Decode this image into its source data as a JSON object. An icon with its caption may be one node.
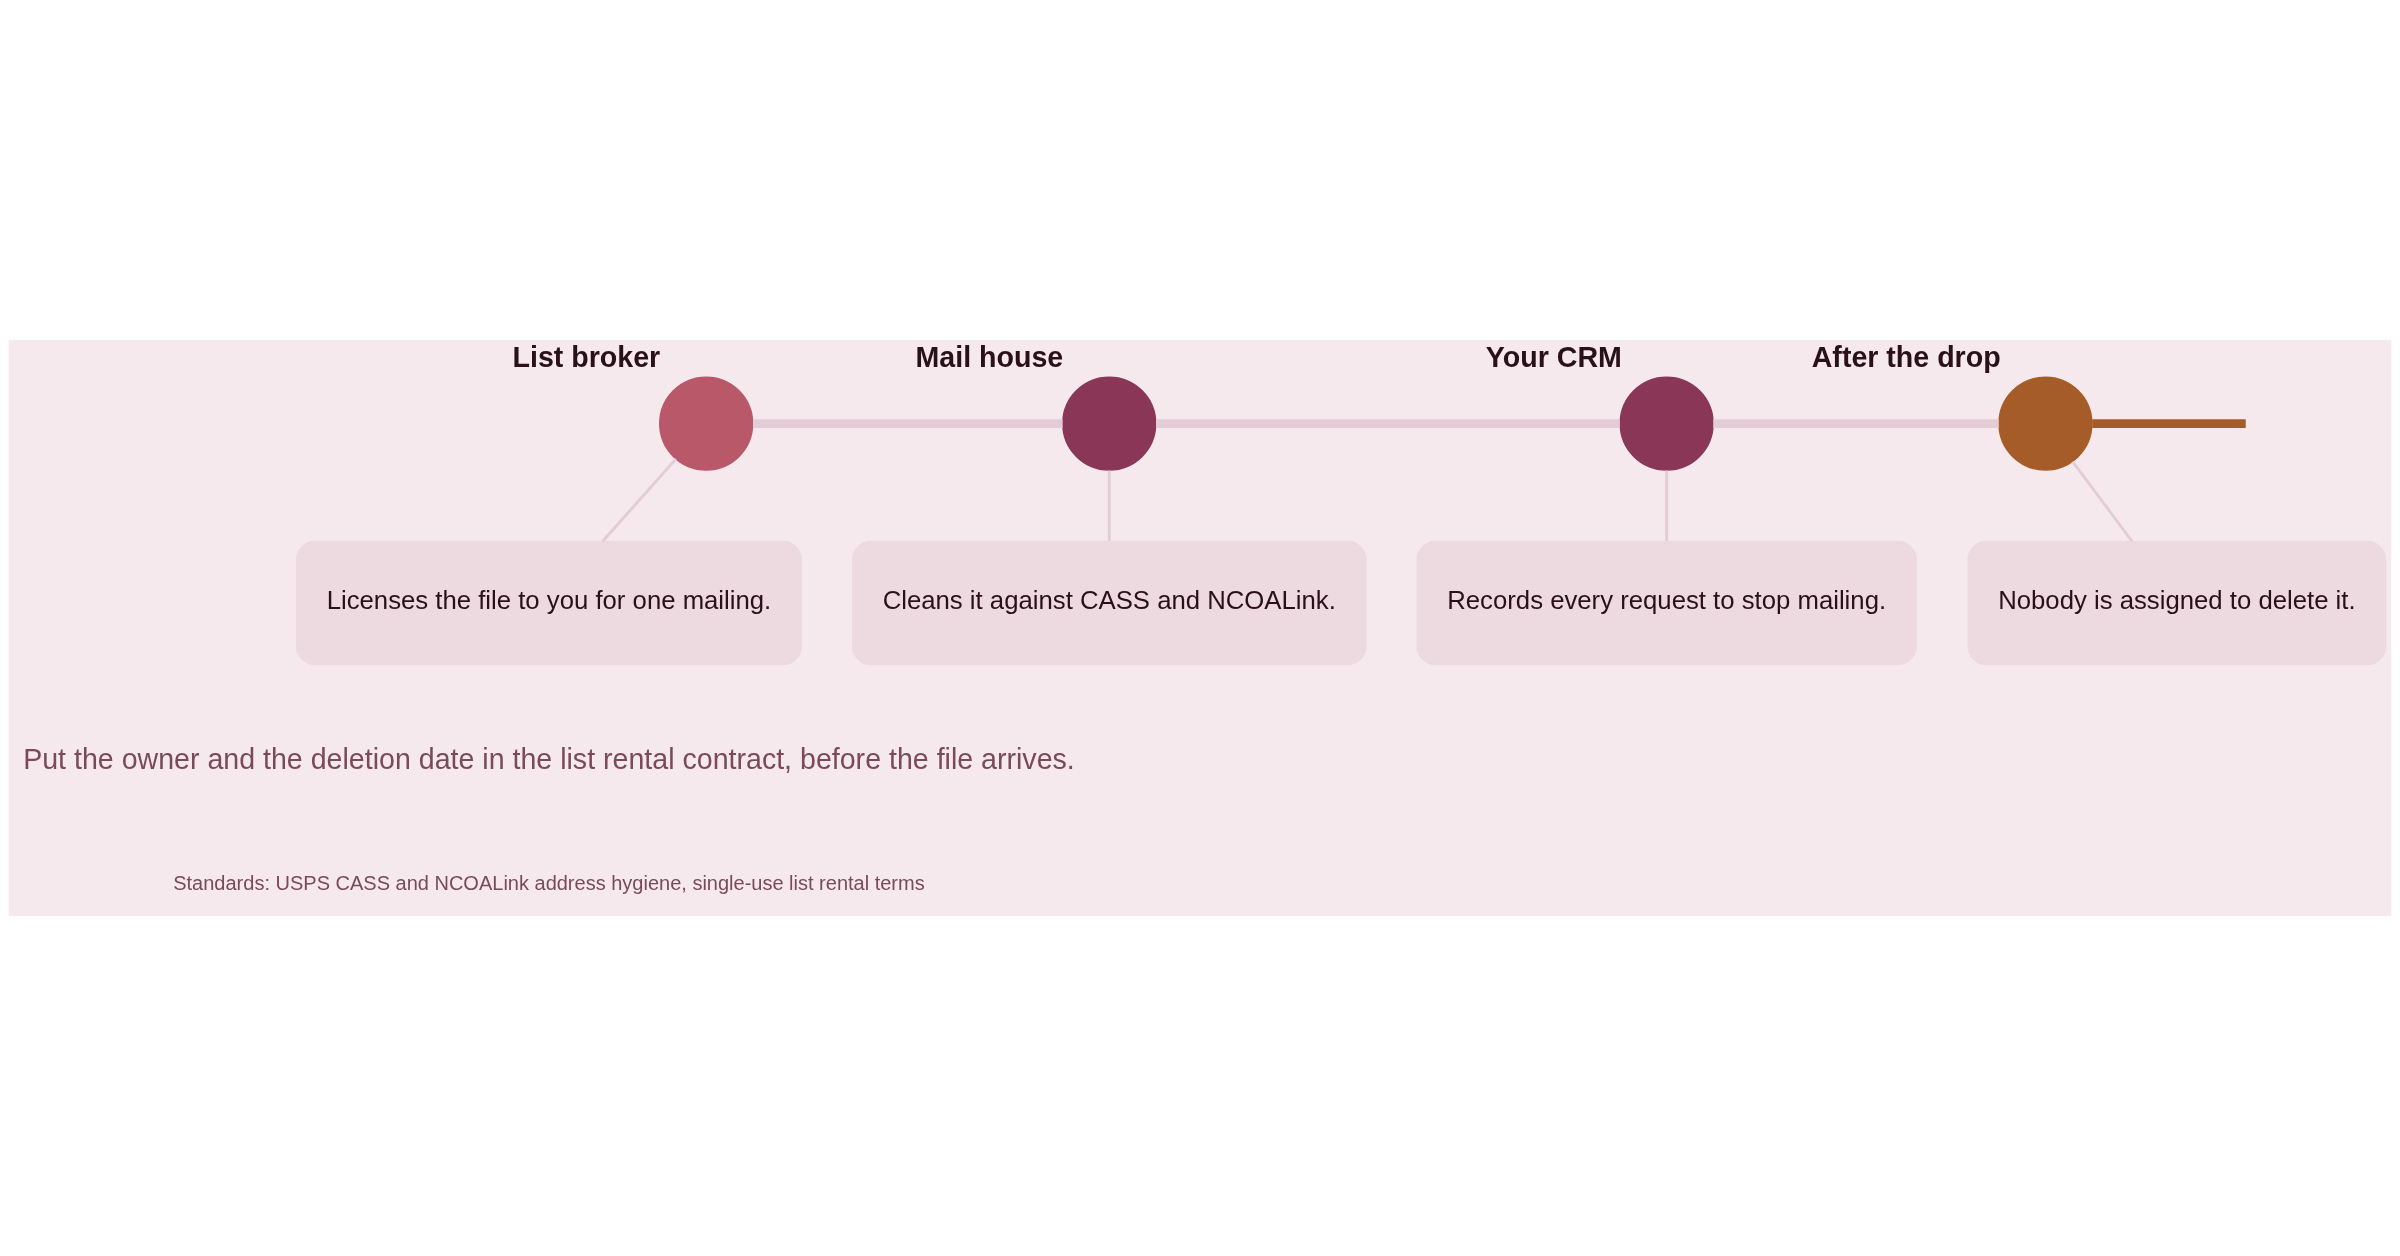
{
  "diagram": {
    "nodes": [
      {
        "text": [
          "List broker"
        ]
      },
      {
        "text": [
          "Licenses the file to you for one mailing."
        ]
      },
      {
        "text": [
          "Mail house"
        ]
      },
      {
        "text": [
          "Cleans it against CASS and NCOALink."
        ]
      },
      {
        "text": [
          "Your CRM"
        ]
      },
      {
        "text": [
          "Records every request to stop mailing."
        ]
      },
      {
        "text": [
          "After the drop"
        ]
      },
      {
        "text": [
          "Nobody is assigned to delete it."
        ]
      }
    ],
    "edges": [
      {
        "from": 0,
        "to": 2,
        "arrow": "none",
        "style": "thick"
      },
      {
        "from": 2,
        "to": 4,
        "arrow": "none",
        "style": "thick"
      },
      {
        "from": 4,
        "to": 6,
        "arrow": "none",
        "style": "thick"
      },
      {
        "from": 6,
        "to": null,
        "arrow": "none",
        "style": "thick",
        "color": "#a65c28"
      },
      {
        "from": 0,
        "to": 1,
        "arrow": "none"
      },
      {
        "from": 2,
        "to": 3,
        "arrow": "none"
      },
      {
        "from": 4,
        "to": 5,
        "arrow": "none"
      },
      {
        "from": 6,
        "to": 7,
        "arrow": "none"
      }
    ],
    "labels": [
      "Put the owner and the deletion date in the list rental contract, before the file arrives.",
      "Standards: USPS CASS and NCOALink address hygiene, single-use list rental terms"
    ]
  }
}
